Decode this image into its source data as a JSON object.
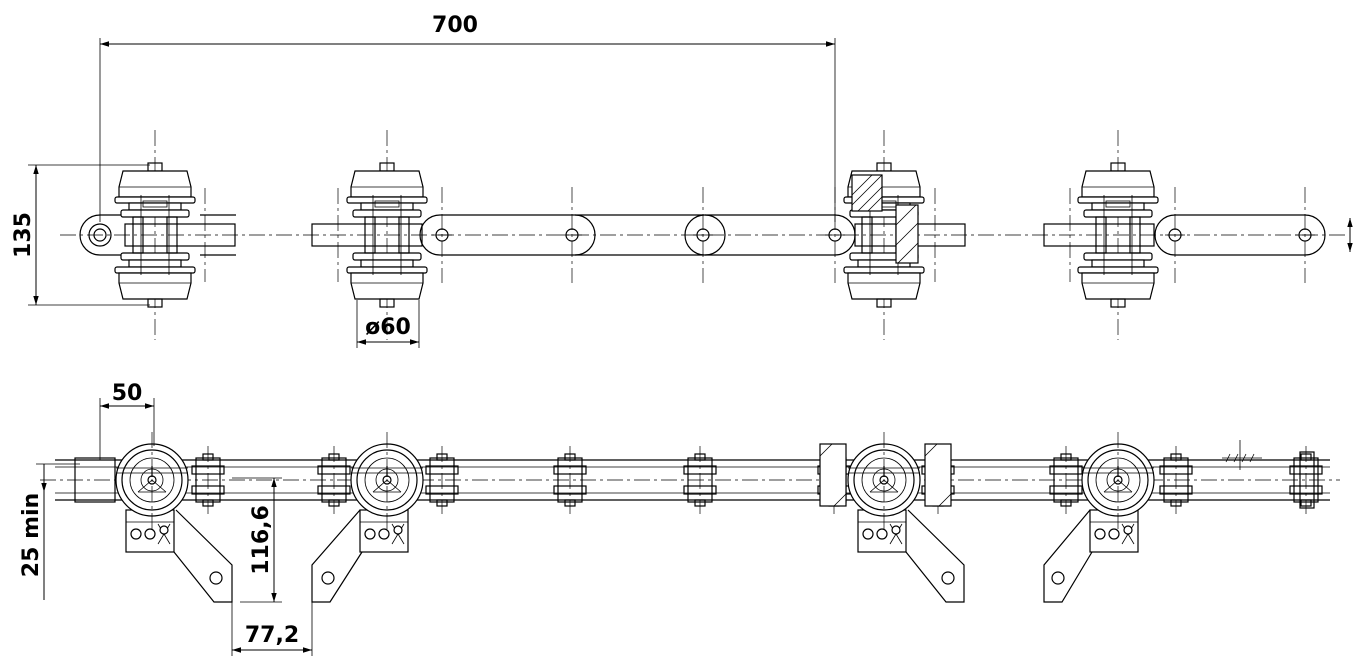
{
  "dimensions": {
    "pitch_span": "700",
    "overall_height": "135",
    "roller_diameter": "ø60",
    "attachment_offset": "50",
    "min_clearance": "25 min",
    "attachment_height": "116,6",
    "attachment_width": "77,2"
  },
  "colors": {
    "line": "#000000",
    "background": "#ffffff"
  }
}
